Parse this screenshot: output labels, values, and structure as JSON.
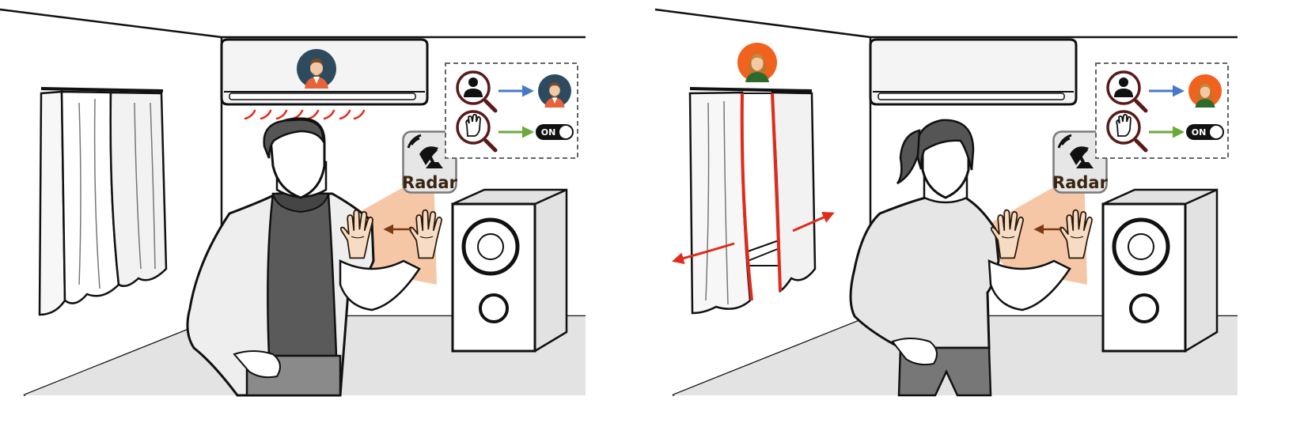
{
  "panels": [
    {
      "id": "left",
      "radar_label": "Radar",
      "toggle_label": "ON",
      "user_avatar": "man-avatar",
      "device_controlled": "air-conditioner",
      "colors": {
        "user_badge": "#2e4a5f",
        "identify_arrow": "#4a78c8",
        "gesture_arrow": "#6aaa3a",
        "effect": "#e02a1a",
        "radar_cone": "#f2b48a"
      }
    },
    {
      "id": "right",
      "radar_label": "Radar",
      "toggle_label": "ON",
      "user_avatar": "woman-avatar",
      "device_controlled": "curtain",
      "colors": {
        "user_badge": "#f0621e",
        "identify_arrow": "#4a78c8",
        "gesture_arrow": "#6aaa3a",
        "effect": "#e02a1a",
        "radar_cone": "#f2b48a"
      }
    }
  ]
}
